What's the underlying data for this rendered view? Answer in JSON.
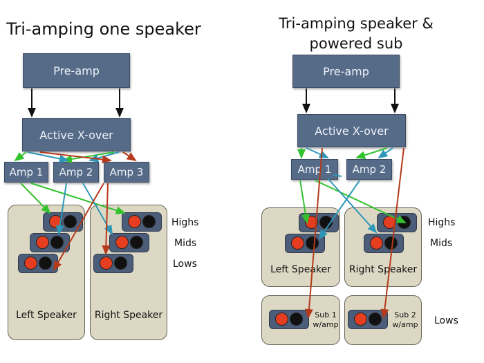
{
  "left": {
    "title": "Tri-amping one speaker",
    "preamp": "Pre-amp",
    "xover": "Active X-over",
    "amps": [
      "Amp 1",
      "Amp 2",
      "Amp 3"
    ],
    "cabinets": [
      "Left Speaker",
      "Right Speaker"
    ],
    "bands": [
      "Highs",
      "Mids",
      "Lows"
    ]
  },
  "right": {
    "title": "Tri-amping speaker & powered sub",
    "preamp": "Pre-amp",
    "xover": "Active X-over",
    "amps": [
      "Amp 1",
      "Amp 2"
    ],
    "cabinets": [
      "Left Speaker",
      "Right Speaker"
    ],
    "subs": [
      {
        "line1": "Sub 1",
        "line2": "w/amp"
      },
      {
        "line1": "Sub 2",
        "line2": "w/amp"
      }
    ],
    "bands": [
      "Highs",
      "Mids",
      "Lows"
    ]
  },
  "colors": {
    "box": "#566b88",
    "cabinet": "#dcd8c4",
    "driver_red": "#e53d20",
    "wire_black": "#111111",
    "wire_green": "#33c22e",
    "wire_blue": "#2f97b8",
    "wire_red": "#b43a1a"
  }
}
